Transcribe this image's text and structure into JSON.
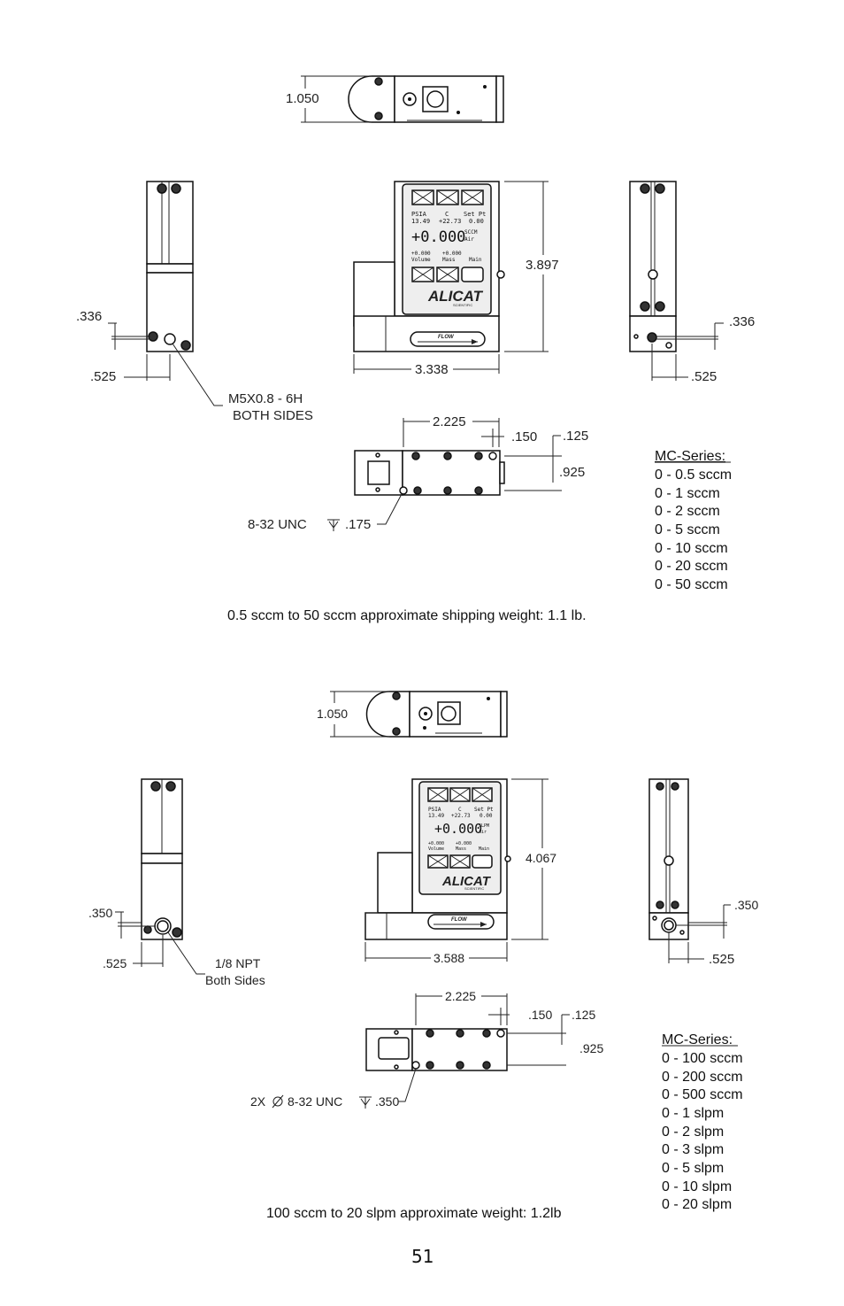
{
  "top": {
    "dim_height_top": "1.050",
    "dim_height_front": "3.897",
    "dim_width_front": "3.338",
    "dim_left_vert": ".336",
    "dim_left_horiz": ".525",
    "dim_right_vert": ".336",
    "dim_right_horiz": ".525",
    "port_note_1": "M5X0.8  - 6H",
    "port_note_2": "BOTH SIDES",
    "dim_bottom_span": "2.225",
    "dim_bottom_150": ".150",
    "dim_bottom_125": ".125",
    "dim_bottom_925": ".925",
    "thread_note_a": "8-32 UNC",
    "thread_note_b": ".175",
    "series_title": "MC-Series:",
    "ranges": [
      "0 - 0.5 sccm",
      "0 - 1 sccm",
      "0 - 2 sccm",
      "0 - 5 sccm",
      "0 - 10 sccm",
      "0 - 20 sccm",
      "0 - 50 sccm"
    ],
    "weight_caption": "0.5 sccm to 50 sccm approximate shipping weight: 1.1 lb.",
    "lcd": {
      "l1a": "PSIA",
      "l1b": "C",
      "l1c": "Set Pt",
      "l2a": "13.49",
      "l2b": "+22.73",
      "l2c": "0.00",
      "big": "+0.000",
      "unit1": "SCCM",
      "unit2": "Air",
      "l4a": "+0.000",
      "l4b": "+0.000",
      "l5a": "Volume",
      "l5b": "Mass",
      "l5c": "Main"
    },
    "brand": "ALICAT",
    "brand_sub": "SCIENTIFIC",
    "flow_label": "FLOW"
  },
  "bottom": {
    "dim_height_top": "1.050",
    "dim_height_front": "4.067",
    "dim_width_front": "3.588",
    "dim_left_vert": ".350",
    "dim_left_horiz": ".525",
    "dim_right_vert": ".350",
    "dim_right_horiz": ".525",
    "port_note_1": "1/8 NPT",
    "port_note_2": "Both Sides",
    "dim_bottom_span": "2.225",
    "dim_bottom_150": ".150",
    "dim_bottom_125": ".125",
    "dim_bottom_925": ".925",
    "thread_note_a": "2X",
    "thread_note_b": "8-32 UNC",
    "thread_note_c": ".350",
    "series_title": "MC-Series:",
    "ranges": [
      "0 - 100 sccm",
      "0 - 200 sccm",
      "0 - 500 sccm",
      "0 - 1 slpm",
      "0 - 2 slpm",
      "0 - 3 slpm",
      "0 - 5 slpm",
      "0 - 10 slpm",
      "0 - 20 slpm"
    ],
    "weight_caption": "100 sccm to 20 slpm approximate weight: 1.2lb",
    "lcd": {
      "l1a": "PSIA",
      "l1b": "C",
      "l1c": "Set Pt",
      "l2a": "13.49",
      "l2b": "+22.73",
      "l2c": "0.00",
      "big": "+0.000",
      "unit1": "SLPM",
      "unit2": "Air",
      "l4a": "+0.000",
      "l4b": "+0.000",
      "l5a": "Volume",
      "l5b": "Mass",
      "l5c": "Main"
    },
    "brand": "ALICAT",
    "brand_sub": "SCIENTIFIC",
    "flow_label": "FLOW"
  },
  "page_number": "51"
}
